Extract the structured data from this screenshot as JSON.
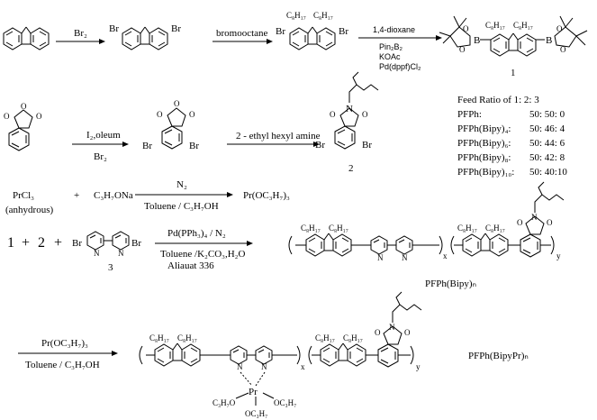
{
  "scheme": {
    "row1": {
      "reagent_1": "Br₂",
      "reagent_2": "bromooctane",
      "reagent_3_lines": [
        "1,4-dioxane",
        "Pin₂B₂",
        "KOAc",
        "Pd(dppf)Cl₂"
      ],
      "atom_br": "Br",
      "atom_b": "B",
      "atom_o": "O",
      "chain_c8h17": "C₈H₁₇",
      "compound_1_label": "1"
    },
    "row2": {
      "reagent_1_top": "I₂,oleum",
      "reagent_1_bottom": "Br₂",
      "reagent_2": "2 - ethyl hexyl amine",
      "atom_o": "O",
      "atom_n": "N",
      "atom_br": "Br",
      "compound_2_label": "2"
    },
    "feed_table": {
      "header": "Feed Ratio of  1:  2:  3",
      "rows": [
        {
          "name": "PFPh:",
          "ratio": "50: 50:  0"
        },
        {
          "name": "PFPh(Bipy)₄:",
          "ratio": "50: 46: 4"
        },
        {
          "name": "PFPh(Bipy)₆:",
          "ratio": "50: 44: 6"
        },
        {
          "name": "PFPh(Bipy)₈:",
          "ratio": "50: 42: 8"
        },
        {
          "name": "PFPh(Bipy)₁₀:",
          "ratio": "50: 40:10"
        }
      ]
    },
    "row3": {
      "reactant_1": "PrCl₃",
      "reactant_1_note": "(anhydrous)",
      "plus": "+",
      "reactant_2": "C₃H₇ONa",
      "reagent_top": "N₂",
      "reagent_bottom": "Toluene / C₃H₇OH",
      "product": "Pr(OC₃H₇)₃"
    },
    "row4": {
      "eq_1": "1",
      "plus_1": "+",
      "eq_2": "2",
      "plus_2": "+",
      "atom_br": "Br",
      "atom_n": "N",
      "compound_3_label": "3",
      "reagent_top": "Pd(PPh₃)₄ / N₂",
      "reagent_bottom_1": "Toluene /K₂CO₃,H₂O",
      "reagent_bottom_2": "Aliauat 336",
      "sub_x": "x",
      "sub_y": "y",
      "product_label": "PFPh(Bipy)ₙ"
    },
    "row5": {
      "reagent_top": "Pr(OC₃H₇)₃",
      "reagent_bottom": "Toluene / C₃H₇OH",
      "metal": "Pr",
      "ligand_left": "C₃H₇O",
      "ligand_right": "OC₃H₇",
      "ligand_bottom": "OC₃H₇",
      "sub_x": "x",
      "sub_y": "y",
      "product_label": "PFPh(BipyPr)ₙ"
    }
  }
}
